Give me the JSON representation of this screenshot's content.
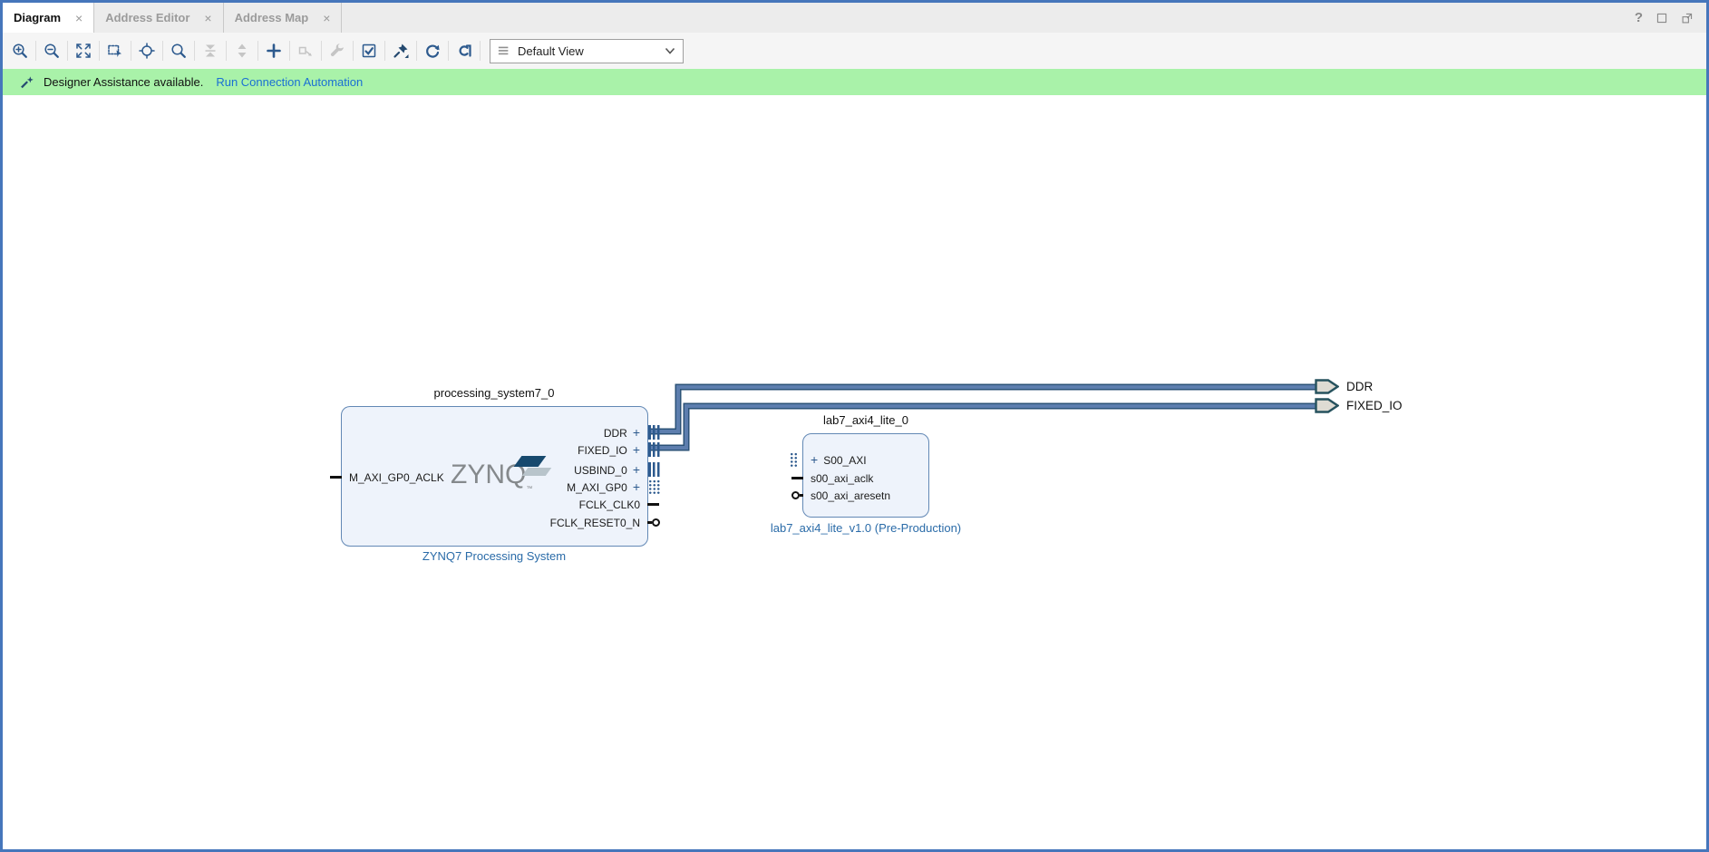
{
  "tabs": [
    {
      "label": "Diagram",
      "active": true
    },
    {
      "label": "Address Editor",
      "active": false
    },
    {
      "label": "Address Map",
      "active": false
    }
  ],
  "glyphs": {
    "close": "×",
    "expand": "+",
    "help": "?",
    "gear": "⚙",
    "trademark": "™"
  },
  "toolbar": {
    "view_selector": "Default View",
    "icons": [
      "zoom-in",
      "zoom-out",
      "fit-view",
      "zoom-to-selection",
      "autofit-selection",
      "search",
      "collapse-hierarchy",
      "expand-hierarchy",
      "add-ip",
      "make-external",
      "customize-block",
      "validate-design",
      "pin",
      "regenerate-layout",
      "optimize-routing",
      "settings-gear"
    ]
  },
  "banner": {
    "message": "Designer Assistance available.",
    "action": "Run Connection Automation"
  },
  "diagram": {
    "blocks": [
      {
        "name": "processing_system7_0",
        "type_label": "ZYNQ7 Processing System",
        "logo_text": "ZYNQ",
        "left_ports": [
          {
            "name": "M_AXI_GP0_ACLK"
          }
        ],
        "right_ports": [
          {
            "name": "DDR"
          },
          {
            "name": "FIXED_IO"
          },
          {
            "name": "USBIND_0"
          },
          {
            "name": "M_AXI_GP0"
          },
          {
            "name": "FCLK_CLK0"
          },
          {
            "name": "FCLK_RESET0_N"
          }
        ]
      },
      {
        "name": "lab7_axi4_lite_0",
        "type_label": "lab7_axi4_lite_v1.0 (Pre-Production)",
        "left_ports": [
          {
            "name": "S00_AXI"
          },
          {
            "name": "s00_axi_aclk"
          },
          {
            "name": "s00_axi_aresetn"
          }
        ]
      }
    ],
    "external_ports": [
      {
        "label": "DDR"
      },
      {
        "label": "FIXED_IO"
      }
    ]
  },
  "colors": {
    "window_border": "#4676bb",
    "banner_bg": "#a9f2a9",
    "link_blue": "#1a6fd4",
    "icon_navy": "#2d5a8e",
    "block_fill": "#eef3fb",
    "block_border": "#6288b5",
    "block_type_label": "#2a6ba8",
    "wire_dark": "#2b5277",
    "wire_light": "#5d7eae",
    "ext_port_fill": "#dedbd3",
    "ext_port_border": "#26525e"
  }
}
